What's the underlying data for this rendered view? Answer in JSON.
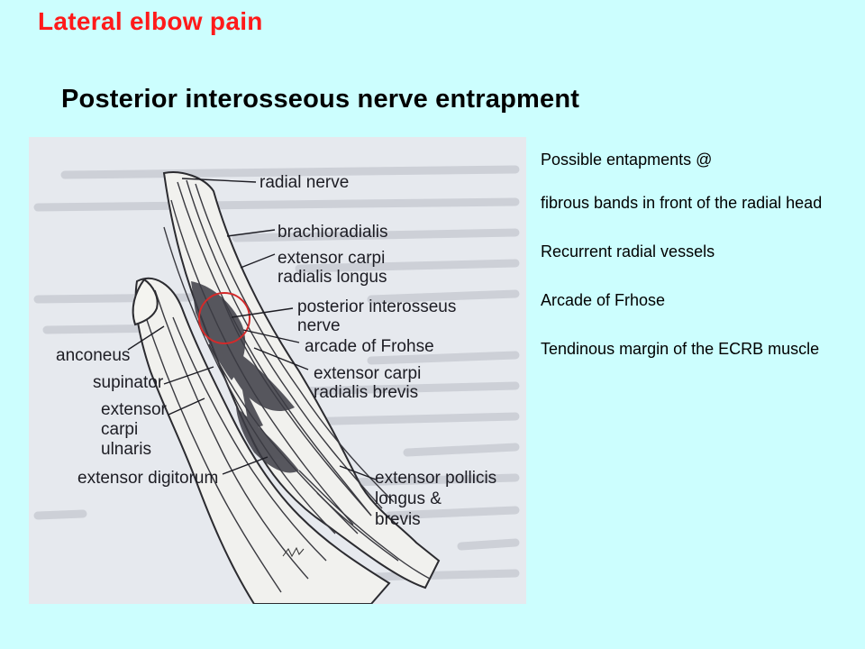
{
  "slide": {
    "title": "Lateral elbow pain",
    "subtitle": "Posterior interosseous nerve entrapment"
  },
  "figure": {
    "labels": {
      "radial_nerve": "radial nerve",
      "brachioradialis": "brachioradialis",
      "ecrl_1": "extensor carpi",
      "ecrl_2": "radialis longus",
      "pin_1": "posterior interosseus",
      "pin_2": "nerve",
      "arcade": "arcade of Frohse",
      "ecrb_1": "extensor carpi",
      "ecrb_2": "radialis brevis",
      "anconeus": "anconeus",
      "supinator": "supinator",
      "ecu_1": "extensor",
      "ecu_2": "carpi",
      "ecu_3": "ulnaris",
      "digitorum": "extensor digitorum",
      "epl_1": "extensor pollicis",
      "epl_2": "longus &",
      "epl_3": "brevis"
    },
    "highlight_color": "#d42a2a"
  },
  "notes": {
    "heading": "Possible entapments @",
    "items": [
      "fibrous bands in front of the radial head",
      "Recurrent radial vessels",
      "Arcade of Frhose",
      "Tendinous margin of the ECRB muscle"
    ]
  }
}
